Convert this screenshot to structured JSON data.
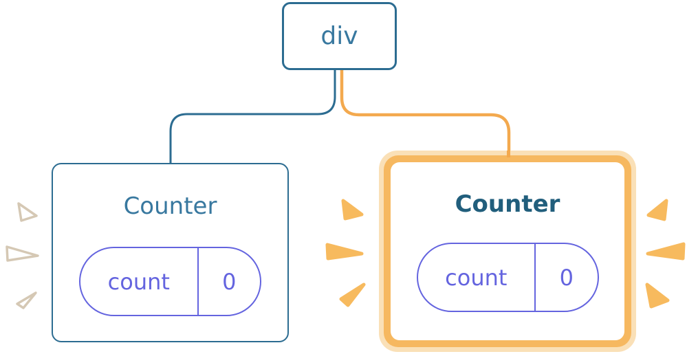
{
  "diagram": {
    "root": {
      "label": "div"
    },
    "children": [
      {
        "id": "counter-left",
        "title": "Counter",
        "highlighted": false,
        "state": {
          "key": "count",
          "value": "0"
        }
      },
      {
        "id": "counter-right",
        "title": "Counter",
        "highlighted": true,
        "state": {
          "key": "count",
          "value": "0"
        }
      }
    ],
    "colors": {
      "node_border_blue": "#2C6C91",
      "node_text_blue": "#38789F",
      "active_title_blue": "#215E7C",
      "state_purple": "#6464DF",
      "wire_orange": "#F3A94E",
      "highlight_ring_orange": "#F6B860",
      "highlight_halo_orange": "#FAE0B7",
      "spark_orange": "#F7BA5E",
      "spark_white": "#FFFFFF"
    },
    "icons": [
      "spark-icon-white-left",
      "spark-icon-orange-inner",
      "spark-icon-orange-outer"
    ]
  }
}
